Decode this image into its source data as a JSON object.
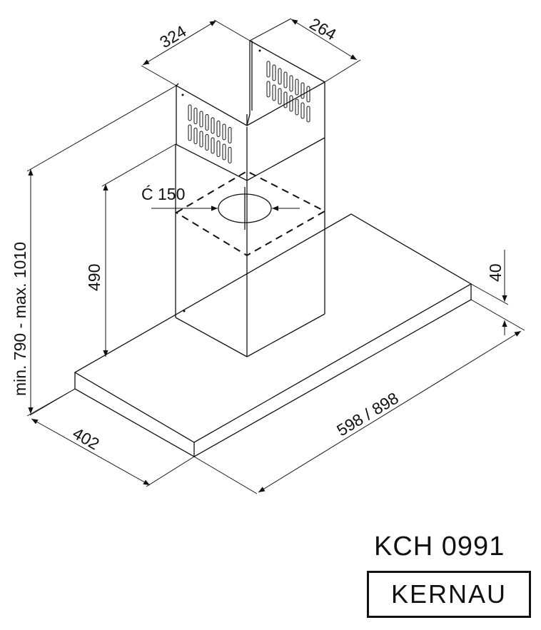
{
  "dimensions": {
    "chimney_width": "324",
    "chimney_depth": "264",
    "duct_diameter": "Ć 150",
    "lower_chimney_height": "490",
    "total_height": "min. 790 - max. 1010",
    "hood_thickness": "40",
    "hood_width": "598 / 898",
    "hood_depth": "402"
  },
  "model": "KCH 0991",
  "brand": "KERNAU"
}
